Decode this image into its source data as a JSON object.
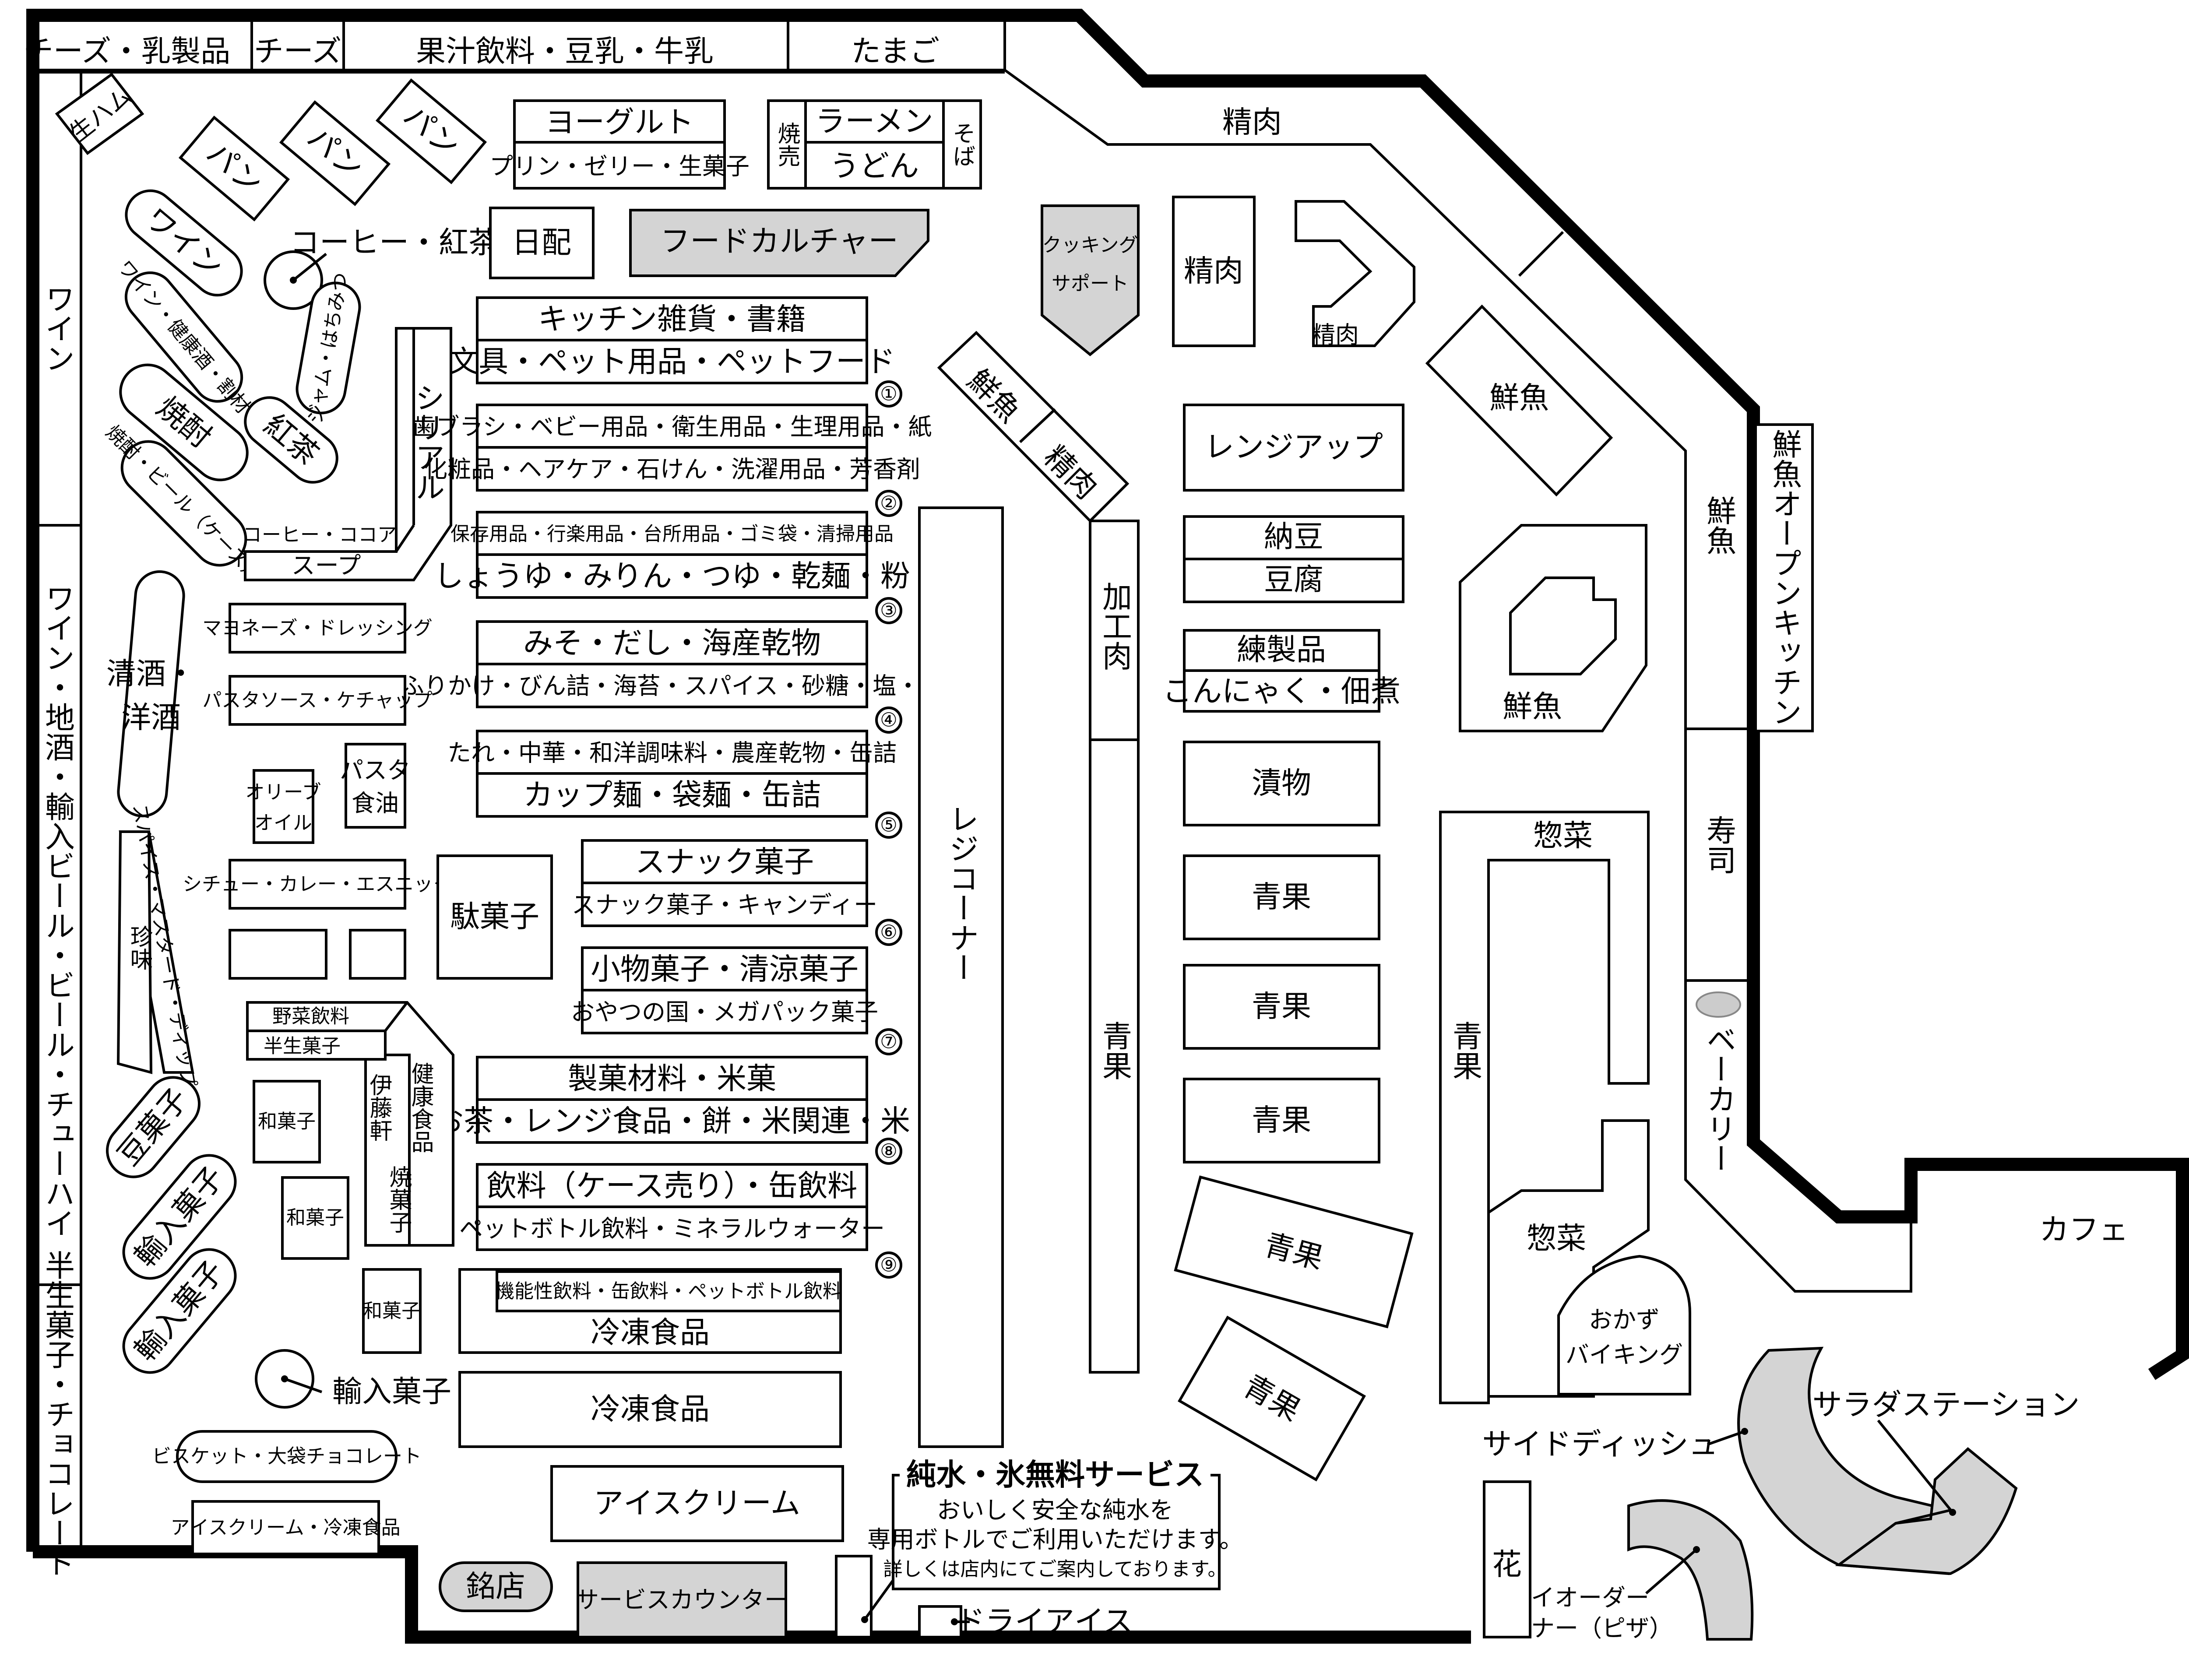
{
  "top_row": {
    "cheese_dairy": "チーズ・乳製品",
    "cheese": "チーズ",
    "juice_soy_milk": "果汁飲料・豆乳・牛乳",
    "eggs": "たまご"
  },
  "corner": {
    "ham": "生ハム"
  },
  "meat": {
    "top": "精肉",
    "island1": "精肉",
    "island2": "精肉",
    "slant": "精肉"
  },
  "fish": {
    "slant": "鮮魚",
    "block1": "鮮魚",
    "block2": "鮮魚",
    "wall": "鮮魚",
    "open_kitchen": "鮮魚オープンキッチン"
  },
  "wine": {
    "wall_top": "ワイン",
    "wall_mid": "ワイン・地酒・輸入ビール・ビール・チューハイ",
    "shelf1": "ワイン",
    "shelf2": "ワイン・健康酒・割材",
    "shochu": "焼酎",
    "shochu_beer": "焼酎・ビール（ケース）"
  },
  "bread": {
    "p1": "パン",
    "p2": "パン",
    "p3": "パン"
  },
  "yogurt": {
    "top": "ヨーグルト",
    "bottom": "プリン・ゼリー・生菓子"
  },
  "noodle": {
    "yaki": "焼売",
    "ramen": "ラーメン",
    "udon": "うどん",
    "soba": "そば"
  },
  "coffee": {
    "label": "コーヒー・紅茶"
  },
  "nippai": "日配",
  "food_culture": "フードカルチャー",
  "cooking_support": "クッキングサポート",
  "jam": "ジャム・はちみつ",
  "tea": "紅茶",
  "cereal": "シリアル",
  "coffee_cocoa": "コーヒー・ココア",
  "soup": "スープ",
  "aisles": [
    {
      "num": "①",
      "top": "キッチン雑貨・書籍",
      "bottom": "文具・ペット用品・ペットフード"
    },
    {
      "num": "②",
      "top": "歯ブラシ・ベビー用品・衛生用品・生理用品・紙",
      "bottom": "化粧品・ヘアケア・石けん・洗濯用品・芳香剤"
    },
    {
      "num": "③",
      "top": "保存用品・行楽用品・台所用品・ゴミ袋・清掃用品",
      "bottom": "しょうゆ・みりん・つゆ・乾麺・粉"
    },
    {
      "num": "④",
      "top": "みそ・だし・海産乾物",
      "bottom": "ふりかけ・びん詰・海苔・スパイス・砂糖・塩・酢"
    },
    {
      "num": "⑤",
      "top": "たれ・中華・和洋調味料・農産乾物・缶詰",
      "bottom": "カップ麺・袋麺・缶詰"
    },
    {
      "num": "⑥",
      "top": "スナック菓子",
      "bottom": "スナック菓子・キャンディー"
    },
    {
      "num": "⑦",
      "top": "小物菓子・清涼菓子",
      "bottom": "おやつの国・メガパック菓子"
    },
    {
      "num": "⑧",
      "top": "製菓材料・米菓",
      "bottom": "お茶・レンジ食品・餅・米関連・米"
    },
    {
      "num": "⑨",
      "top": "飲料（ケース売り）・缶飲料",
      "bottom": "ペットボトル飲料・ミネラルウォーター"
    }
  ],
  "functional": "機能性飲料・缶飲料・ペットボトル飲料",
  "frozen1": "冷凍食品",
  "frozen2": "冷凍食品",
  "icecream": "アイスクリーム",
  "mayo": "マヨネーズ・ドレッシング",
  "pasta_sauce": "パスタソース・ケチャップ",
  "olive": "オリーブオイル",
  "pasta_oil": "パスタ食油",
  "stew": "シチュー・カレー・エスニック",
  "dagashi": "駄菓子",
  "sake": "清酒・洋酒",
  "spice_dip": "スパイス・マスタード・ディップ",
  "chinmi": "珍味",
  "veg_drink": "野菜飲料",
  "half_sweets": "半生菓子",
  "ito": "伊藤軒",
  "health": "健康食品",
  "baked": "焼菓子",
  "wagashi": [
    "和菓子",
    "和菓子",
    "和菓子"
  ],
  "mamegashi": "豆菓子",
  "import": [
    "輸入菓子",
    "輸入菓子",
    "輸入菓子"
  ],
  "half_choco": "半生菓子・チョコレート",
  "biscuit": "ビスケット・大袋チョコレート",
  "ice_frozen": "アイスクリーム・冷凍食品",
  "meiten": "銘店",
  "service": "サービスカウンター",
  "dryice": "ドライアイス",
  "water": {
    "title": "純水・氷無料サービス",
    "l1": "おいしく安全な純水を",
    "l2": "専用ボトルでご利用いただけます。",
    "l3": "詳しくは店内にてご案内しております。"
  },
  "register": "レジコーナー",
  "processed": "加工肉",
  "produce": {
    "col": "青果",
    "b1": "青果",
    "b2": "青果",
    "b3": "青果",
    "b4": "青果",
    "b5": "青果",
    "side": "青果"
  },
  "range": "レンジアップ",
  "natto": "納豆",
  "tofu": "豆腐",
  "neri": "練製品",
  "konnyaku": "こんにゃく・佃煮",
  "pickles": "漬物",
  "sozai": [
    "惣菜",
    "惣菜"
  ],
  "sushi": "寿司",
  "bakery": "ベーカリー",
  "okazu": "おかずバイキング",
  "salad": "サラダステーション",
  "side_dish": "サイドディッシュ",
  "bio": "バイオーダーコーナー（ピザ）",
  "flower": "花",
  "cafe": "カフェ"
}
